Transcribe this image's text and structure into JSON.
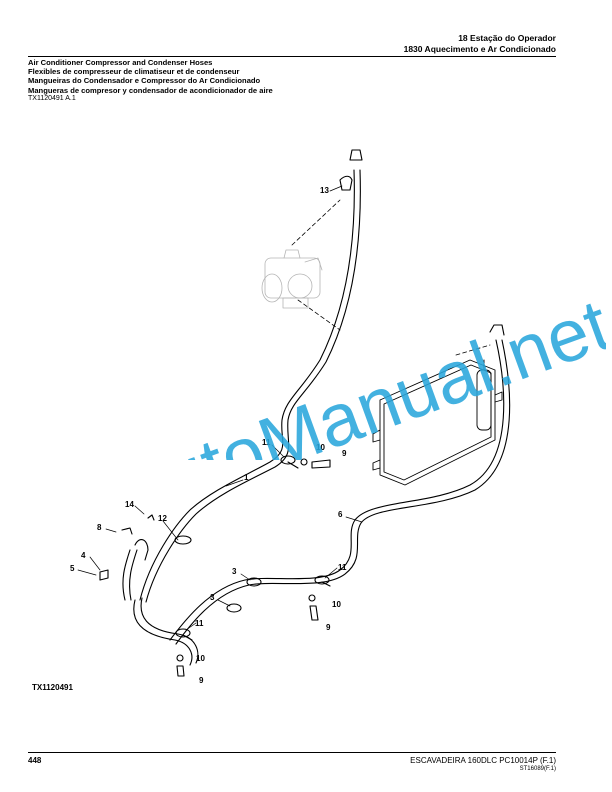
{
  "header": {
    "section": "18 Estação do Operador",
    "subsection": "1830 Aquecimento e Ar Condicionado"
  },
  "titles": [
    "Air Conditioner Compressor and Condenser Hoses",
    "Flexibles de compresseur de climatiseur et de condenseur",
    "Mangueiras do Condensador e Compressor do Ar Condicionado",
    "Mangueras de compresor y condensador de acondicionador de aire"
  ],
  "reference": "TX1120491 A.1",
  "callouts": {
    "c13": "13",
    "c11a": "11",
    "c10a": "10",
    "c9a": "9",
    "c1": "1",
    "c6": "6",
    "c14": "14",
    "c8": "8",
    "c12": "12",
    "c4": "4",
    "c5": "5",
    "c3a": "3",
    "c11b": "11",
    "c3b": "3",
    "c10b": "10",
    "c9b": "9",
    "c11c": "11",
    "c10c": "10",
    "c9c": "9"
  },
  "figure_id": "TX1120491",
  "watermark": "AutoManual.net",
  "footer": {
    "page": "448",
    "model": "ESCAVADEIRA 160DLC   PC10014P   (F.1)",
    "code": "ST16089(F.1)"
  },
  "colors": {
    "watermark": "#29a6dc",
    "line": "#000000"
  }
}
